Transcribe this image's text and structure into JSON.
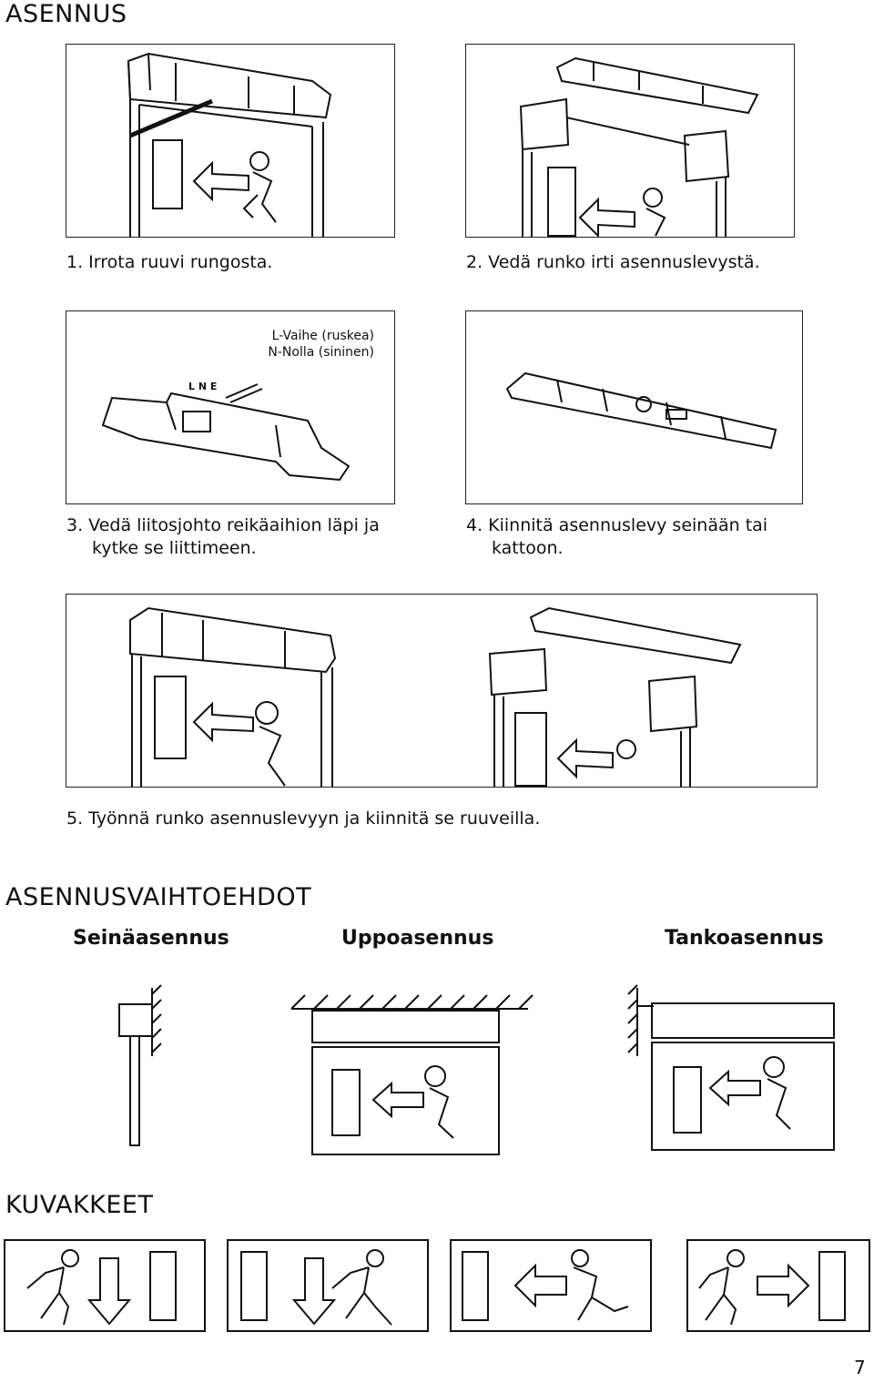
{
  "headings": {
    "install": "ASENNUS",
    "options": "ASENNUSVAIHTOEHDOT",
    "icons": "KUVAKKEET"
  },
  "steps": {
    "s1": "1. Irrota ruuvi rungosta.",
    "s2": "2. Vedä runko irti asennuslevystä.",
    "s3_l1": "3. Vedä liitosjohto reikäaihion läpi ja",
    "s3_l2": "kytke se liittimeen.",
    "s4_l1": "4. Kiinnitä asennuslevy seinään tai",
    "s4_l2": "kattoon.",
    "s5": "5. Työnnä runko asennuslevyyn ja kiinnitä se ruuveilla."
  },
  "wiring": {
    "line1": "L-Vaihe (ruskea)",
    "line2": "N-Nolla (sininen)",
    "terminal_labels": "L N E"
  },
  "mount_options": {
    "wall": "Seinäasennus",
    "recessed": "Uppoasennus",
    "pole": "Tankoasennus"
  },
  "page_number": "7"
}
